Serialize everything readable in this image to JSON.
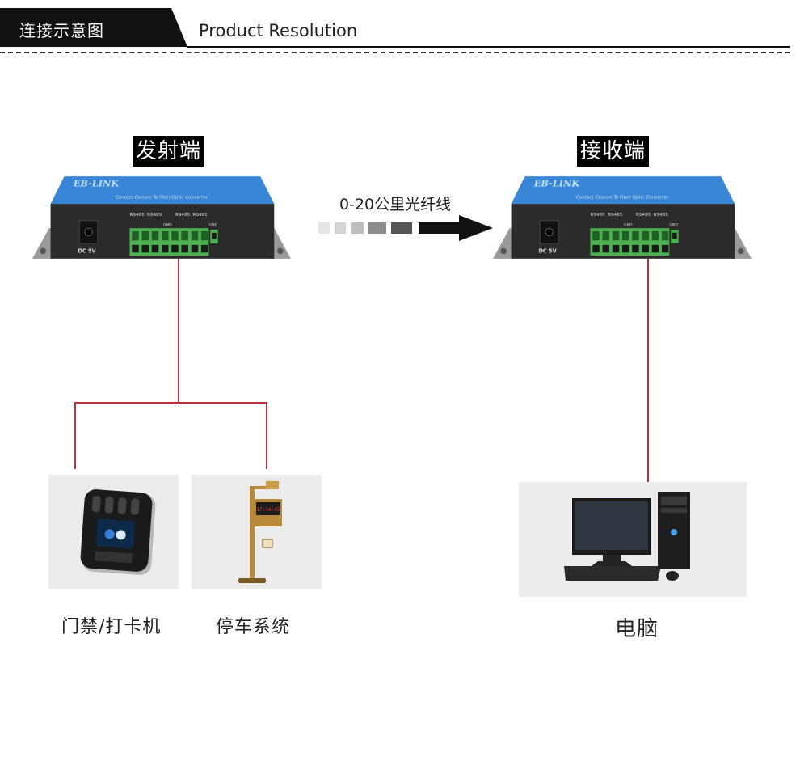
{
  "header": {
    "title_cn": "连接示意图",
    "title_en": "Product Resolution"
  },
  "transmitter": {
    "label": "发射端",
    "brand": "EB-LINK",
    "subtitle": "Contact Closure To Fiber Optic Converter",
    "power_label": "DC  5V",
    "port_labels": [
      "RS485",
      "RS485",
      "RS485",
      "RS485"
    ],
    "gnd_label": "GND",
    "pin_signs": [
      "+",
      "-",
      "+",
      "-",
      "+",
      "-",
      "+",
      "-"
    ]
  },
  "receiver": {
    "label": "接收端",
    "brand": "EB-LINK",
    "subtitle": "Contact Closure To Fiber Optic Converter",
    "power_label": "DC  5V",
    "port_labels": [
      "RS485",
      "RS485",
      "RS485",
      "RS485"
    ],
    "gnd_label": "GND",
    "pin_signs": [
      "+",
      "-",
      "+",
      "-",
      "+",
      "-",
      "+",
      "-"
    ]
  },
  "fiber": {
    "label": "0-20公里光纤线"
  },
  "devices": {
    "access_control": {
      "caption": "门禁/打卡机"
    },
    "parking": {
      "caption": "停车系统",
      "display_text": "17:34:45"
    },
    "computer": {
      "caption": "电脑"
    }
  },
  "colors": {
    "wire": "#c0303a",
    "device_blue": "#3a86d6",
    "device_body": "#2c2c2c",
    "terminal_green": "#4caf50"
  }
}
